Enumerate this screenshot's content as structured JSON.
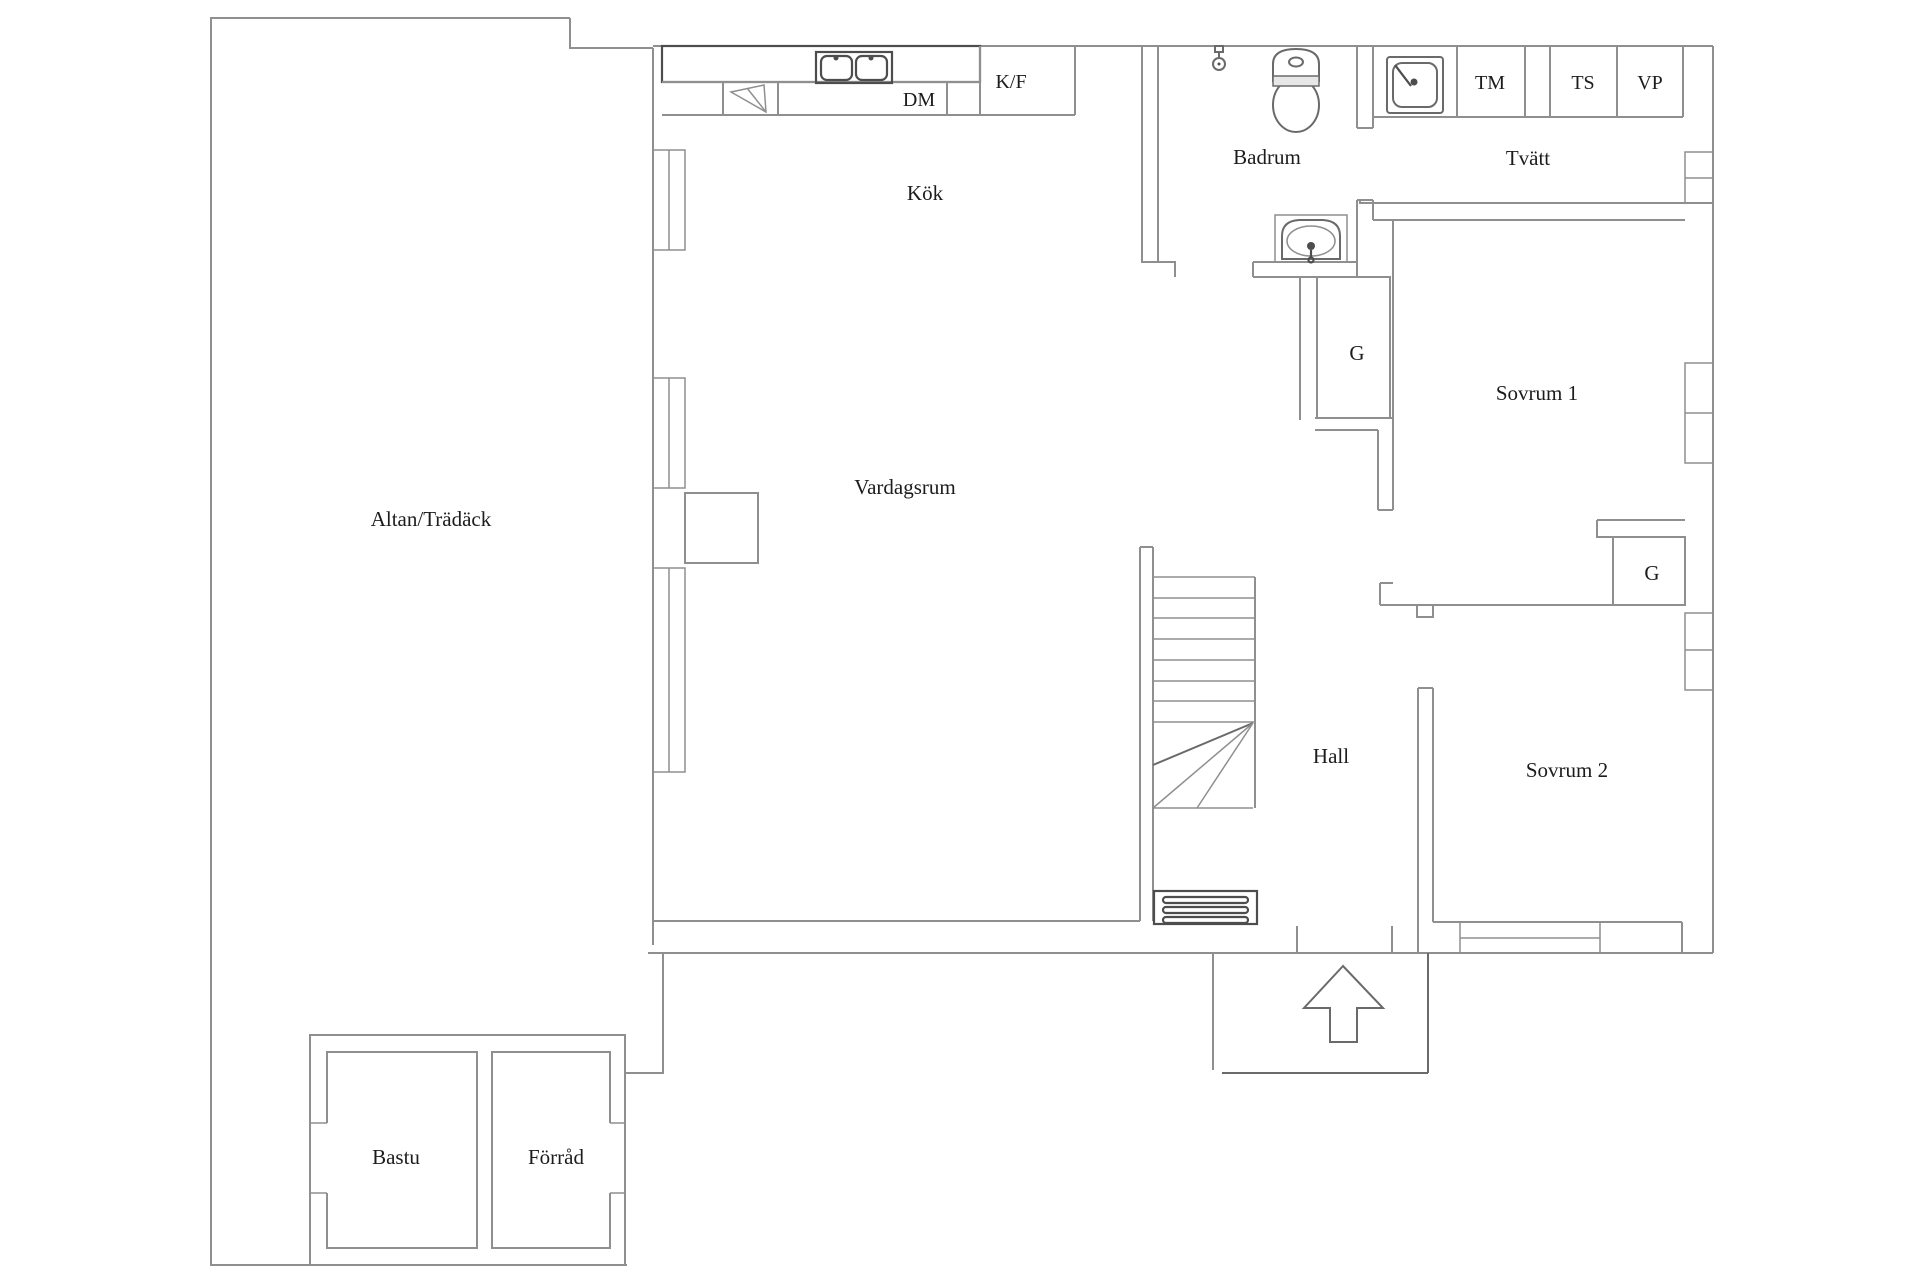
{
  "colors": {
    "wall": "#8f8f8f",
    "mid": "#6a6a6a",
    "dark": "#4d4d4d",
    "text": "#1c1c1c",
    "bg": "#ffffff",
    "shade": "#e7e7e7"
  },
  "rooms": {
    "altan": "Altan/Trädäck",
    "kok": "Kök",
    "vardagsrum": "Vardagsrum",
    "badrum": "Badrum",
    "tvatt": "Tvätt",
    "sovrum1": "Sovrum 1",
    "sovrum2": "Sovrum 2",
    "hall": "Hall",
    "bastu": "Bastu",
    "forrad": "Förråd"
  },
  "units": {
    "kf": "K/F",
    "dm": "DM",
    "tm": "TM",
    "ts": "TS",
    "vp": "VP",
    "g_sovrum1": "G",
    "g_sovrum2": "G"
  }
}
